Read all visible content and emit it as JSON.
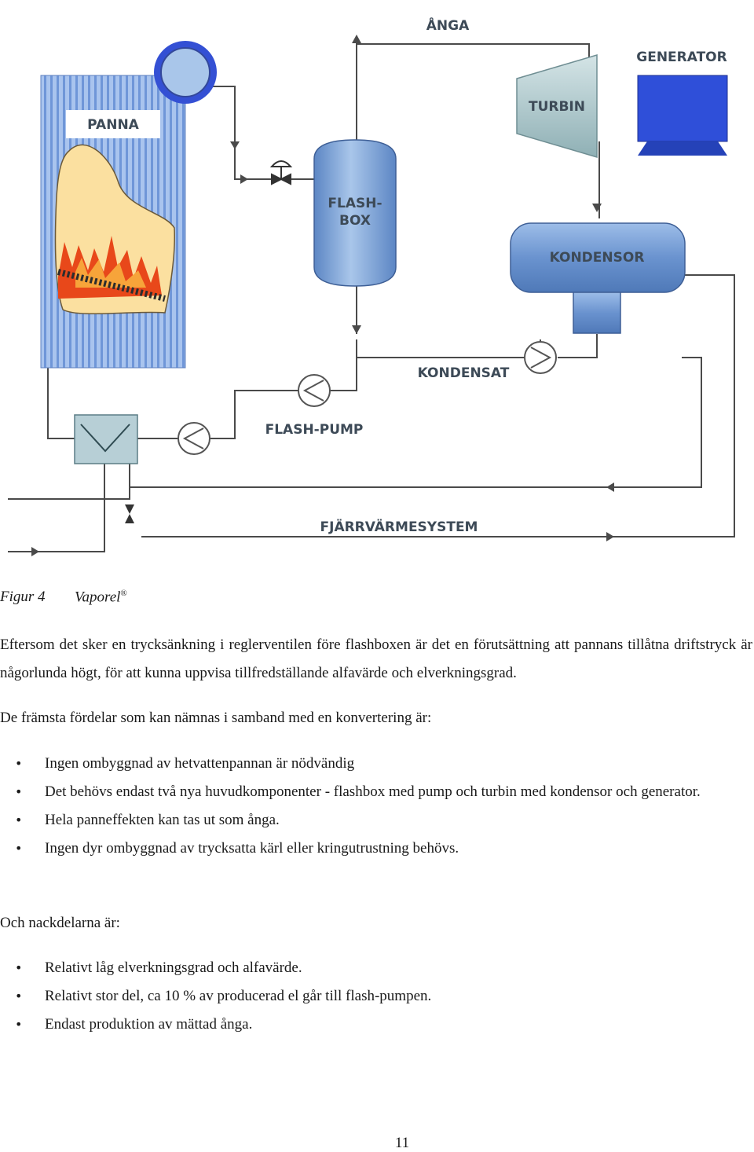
{
  "diagram": {
    "labels": {
      "anga": "ÅNGA",
      "generator": "GENERATOR",
      "panna": "PANNA",
      "turbin": "TURBIN",
      "flashbox_1": "FLASH-",
      "flashbox_2": "BOX",
      "kondensor": "KONDENSOR",
      "kondensat": "KONDENSAT",
      "flashpump": "FLASH-PUMP",
      "fjarrvarme": "FJÄRRVÄRMESYSTEM"
    },
    "colors": {
      "boiler_blue": "#8fb3e6",
      "flame_cream": "#fbe0a0",
      "flame_red": "#e8481a",
      "vessel_blue": "#7aa0d4",
      "turbine_teal": "#b5ced2",
      "generator_blue": "#2f4fd9",
      "pipe": "#444444"
    }
  },
  "caption": {
    "figure": "Figur 4",
    "title": "Vaporel",
    "mark": "®"
  },
  "paragraphs": {
    "p1": "Eftersom det sker en trycksänkning i reglerventilen före flashboxen är det en förutsättning att pannans tillåtna driftstryck är någorlunda högt, för att kunna uppvisa tillfredställande alfavärde och elverkningsgrad.",
    "p2": "De främsta fördelar som kan nämnas i samband med en konvertering är:",
    "p3": "Och nackdelarna är:"
  },
  "advantages": [
    "Ingen ombyggnad av hetvattenpannan är nödvändig",
    "Det behövs endast två nya huvudkomponenter - flashbox med pump och turbin med kondensor och generator.",
    "Hela panneffekten kan tas ut som ånga.",
    "Ingen dyr ombyggnad av trycksatta kärl eller kringutrustning behövs."
  ],
  "disadvantages": [
    "Relativt låg elverkningsgrad och alfavärde.",
    "Relativt stor del, ca 10 % av producerad el går till flash-pumpen.",
    "Endast produktion av mättad ånga."
  ],
  "bullet_glyph": "•",
  "page_number": "11"
}
